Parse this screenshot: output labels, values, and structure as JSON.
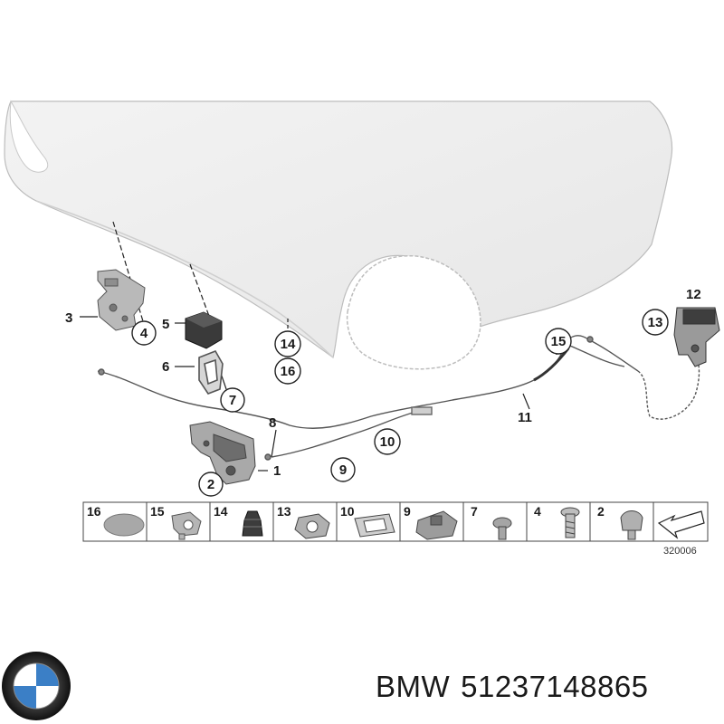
{
  "diagram": {
    "callouts": [
      "1",
      "2",
      "3",
      "4",
      "5",
      "6",
      "7",
      "8",
      "9",
      "10",
      "11",
      "12",
      "13",
      "14",
      "15",
      "16"
    ],
    "legend": {
      "cells": [
        "16",
        "15",
        "14",
        "13",
        "10",
        "9",
        "7",
        "4",
        "2"
      ],
      "code": "320006"
    }
  },
  "brand": {
    "name": "BMW",
    "part_number": "51237148865"
  }
}
